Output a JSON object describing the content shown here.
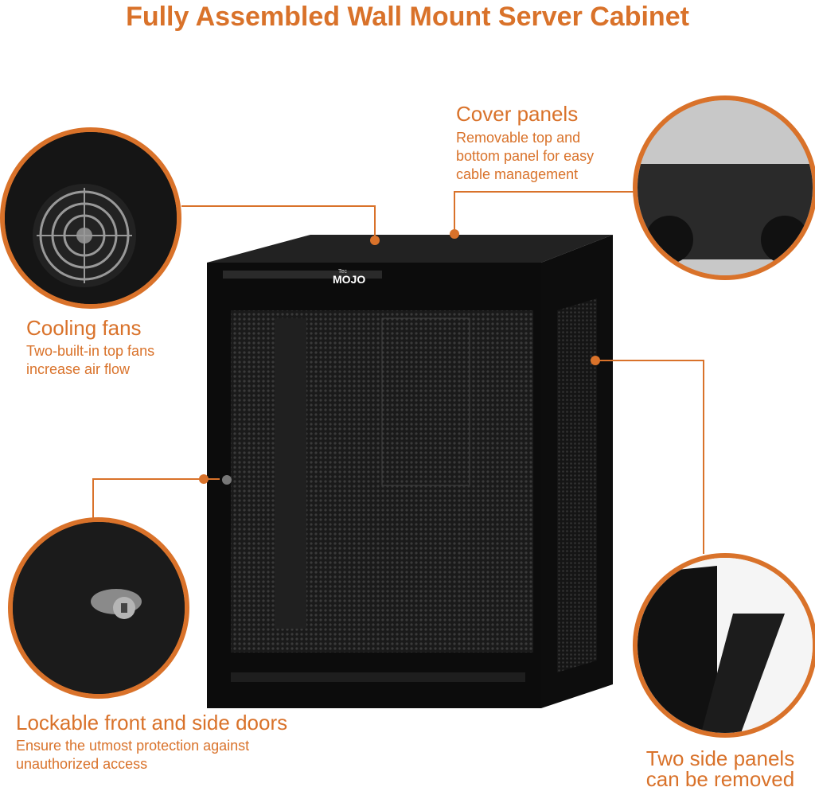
{
  "title": "Fully Assembled Wall Mount Server Cabinet",
  "brand": {
    "small": "Tec",
    "name": "MOJO"
  },
  "callouts": {
    "cover": {
      "heading": "Cover panels",
      "lines": [
        "Removable top and",
        "bottom panel for easy",
        "cable management"
      ]
    },
    "fans": {
      "heading": "Cooling fans",
      "lines": [
        "Two-built-in top fans",
        "increase air flow"
      ]
    },
    "doors": {
      "heading": "Lockable front and side doors",
      "lines": [
        "Ensure the utmost protection against",
        "unauthorized access"
      ]
    },
    "side": {
      "lines": [
        "Two side panels",
        "can be removed"
      ]
    }
  },
  "colors": {
    "accent": "#d9722a",
    "cabinet": "#111111"
  }
}
